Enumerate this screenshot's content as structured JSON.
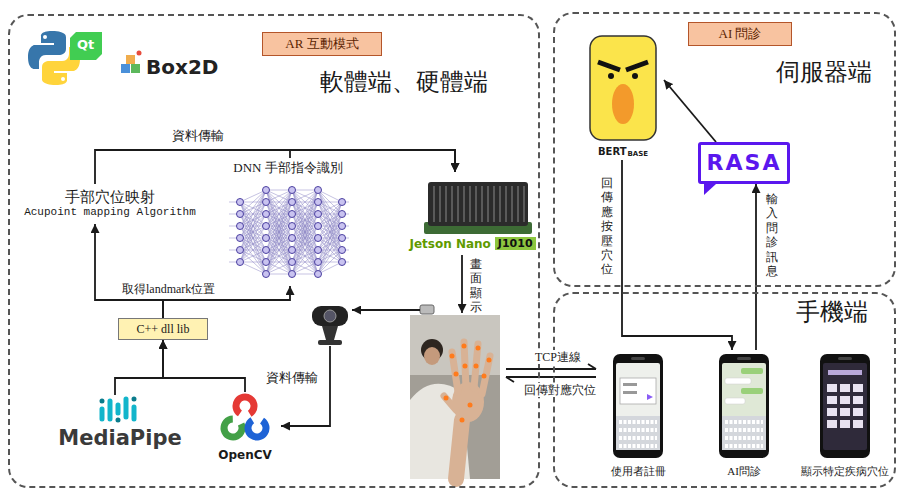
{
  "diagram": {
    "nodes": [
      {
        "text": [
          "軟體端、硬體端"
        ]
      },
      {
        "text": [
          "AR 互動模式"
        ],
        "in": 0
      },
      {
        "text": [
          "手部穴位映射",
          "Acupoint mapping Algorithm"
        ],
        "in": 0
      },
      {
        "text": [
          "DNN 手部指令識別"
        ],
        "in": 0
      },
      {
        "text": [
          "Jetson Nano",
          "J1010"
        ],
        "in": 0
      },
      {
        "text": [
          "C++ dll lib"
        ],
        "in": 0
      },
      {
        "text": [
          "MediaPipe"
        ],
        "in": 0
      },
      {
        "text": [
          "OpenCV"
        ],
        "in": 0
      },
      {
        "text": [
          "伺服器端"
        ]
      },
      {
        "text": [
          "AI 問診"
        ],
        "in": 8
      },
      {
        "text": [
          "BERT",
          "BASE"
        ],
        "in": 8
      },
      {
        "text": [
          "RASA"
        ],
        "in": 8
      },
      {
        "text": [
          "手機端"
        ]
      },
      {
        "text": [
          "使用者註冊"
        ],
        "in": 12
      },
      {
        "text": [
          "AI問診"
        ],
        "in": 12
      },
      {
        "text": [
          "顯示特定疾病穴位"
        ],
        "in": 12
      }
    ],
    "edges": [
      {
        "from": 2,
        "to": 4,
        "arrow": "to",
        "label": "資料傳輸"
      },
      {
        "from": 3,
        "to": 4,
        "arrow": "to"
      },
      {
        "from": 5,
        "to": 2,
        "arrow": "to",
        "label": "取得landmark位置"
      },
      {
        "from": 5,
        "to": 3,
        "arrow": "to"
      },
      {
        "from": 6,
        "to": 5,
        "arrow": "to"
      },
      {
        "from": 7,
        "to": 5,
        "arrow": "to"
      },
      {
        "from": 11,
        "to": 10,
        "arrow": "to"
      },
      {
        "from": 10,
        "to": 14,
        "arrow": "to",
        "label": "回傳應按壓穴位"
      },
      {
        "from": 14,
        "to": 11,
        "arrow": "to",
        "label": "輸入問診訊息"
      }
    ],
    "labels": [
      "Qt",
      "Box2D",
      "資料傳輸",
      "畫面顯示",
      "TCP連線",
      "回傳對應穴位"
    ]
  }
}
